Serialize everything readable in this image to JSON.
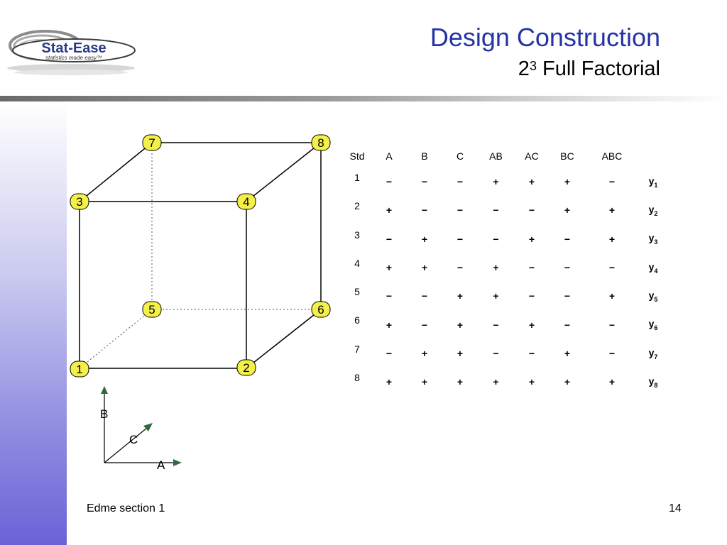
{
  "logo": {
    "brand": "Stat-Ease",
    "tagline": "statistics made easy™"
  },
  "title": "Design Construction",
  "subtitle": {
    "base": "2",
    "exponent": "3",
    "rest": " Full Factorial"
  },
  "cube": {
    "corners": [
      "1",
      "2",
      "3",
      "4",
      "5",
      "6",
      "7",
      "8"
    ],
    "axes": {
      "a": "A",
      "b": "B",
      "c": "C"
    },
    "colors": {
      "corner_fill": "#f5ef4a",
      "edge": "#000000",
      "axis_arrow": "#2f6b3e"
    }
  },
  "table": {
    "headers": [
      "Std",
      "A",
      "B",
      "C",
      "AB",
      "AC",
      "BC",
      "ABC",
      ""
    ],
    "rows": [
      {
        "std": "1",
        "signs": [
          "−",
          "−",
          "−",
          "+",
          "+",
          "+",
          "−"
        ],
        "y": "y",
        "sub": "1"
      },
      {
        "std": "2",
        "signs": [
          "+",
          "−",
          "−",
          "−",
          "−",
          "+",
          "+"
        ],
        "y": "y",
        "sub": "2"
      },
      {
        "std": "3",
        "signs": [
          "−",
          "+",
          "−",
          "−",
          "+",
          "−",
          "+"
        ],
        "y": "y",
        "sub": "3"
      },
      {
        "std": "4",
        "signs": [
          "+",
          "+",
          "−",
          "+",
          "−",
          "−",
          "−"
        ],
        "y": "y",
        "sub": "4"
      },
      {
        "std": "5",
        "signs": [
          "−",
          "−",
          "+",
          "+",
          "−",
          "−",
          "+"
        ],
        "y": "y",
        "sub": "5"
      },
      {
        "std": "6",
        "signs": [
          "+",
          "−",
          "+",
          "−",
          "+",
          "−",
          "−"
        ],
        "y": "y",
        "sub": "6"
      },
      {
        "std": "7",
        "signs": [
          "−",
          "+",
          "+",
          "−",
          "−",
          "+",
          "−"
        ],
        "y": "y",
        "sub": "7"
      },
      {
        "std": "8",
        "signs": [
          "+",
          "+",
          "+",
          "+",
          "+",
          "+",
          "+"
        ],
        "y": "y",
        "sub": "8"
      }
    ]
  },
  "footer": {
    "left": "Edme section 1",
    "page": "14"
  },
  "theme": {
    "title_color": "#2433a6",
    "sidebar_bottom": "#6b62d8"
  }
}
